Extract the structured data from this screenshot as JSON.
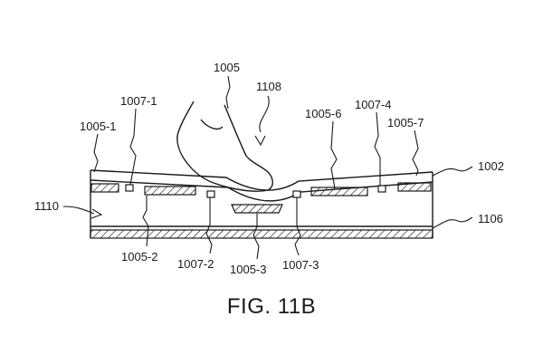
{
  "figure": {
    "caption": "FIG. 11B",
    "labels": {
      "ref_1005": "1005",
      "ref_1108": "1108",
      "ref_1007_1": "1007-1",
      "ref_1005_1": "1005-1",
      "ref_1005_6": "1005-6",
      "ref_1007_4": "1007-4",
      "ref_1005_7": "1005-7",
      "ref_1002": "1002",
      "ref_1110": "1110",
      "ref_1106": "1106",
      "ref_1005_2": "1005-2",
      "ref_1007_2": "1007-2",
      "ref_1005_3": "1005-3",
      "ref_1007_3": "1007-3"
    }
  }
}
